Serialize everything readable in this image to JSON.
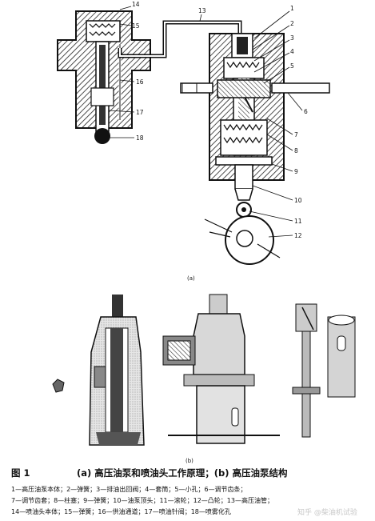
{
  "figure": {
    "part_numbers": [
      "1",
      "2",
      "3",
      "4",
      "5",
      "6",
      "7",
      "8",
      "9",
      "10",
      "11",
      "12",
      "13",
      "14",
      "15",
      "16",
      "17",
      "18"
    ],
    "panel_labels": {
      "a": "(a)",
      "b": "(b)"
    },
    "caption": {
      "fig": "图 1",
      "title": "(a) 高压油泵和喷油头工作原理；(b) 高压油泵结构",
      "legend_lines": [
        "1—高压油泵本体；2—弹簧；3—排油出回阀；4—套筒；5—小孔；6—调节齿条；",
        "7—调节齿套；8—柱塞；9—弹簧；10—油泵顶头；11—滚轮；12—凸轮；13—高压油管；",
        "14—喷油头本体；15—弹簧；16—供油通道；17—喷油针阀；18—喷雾化孔"
      ]
    },
    "watermark": "知乎 @柴油机试验"
  }
}
